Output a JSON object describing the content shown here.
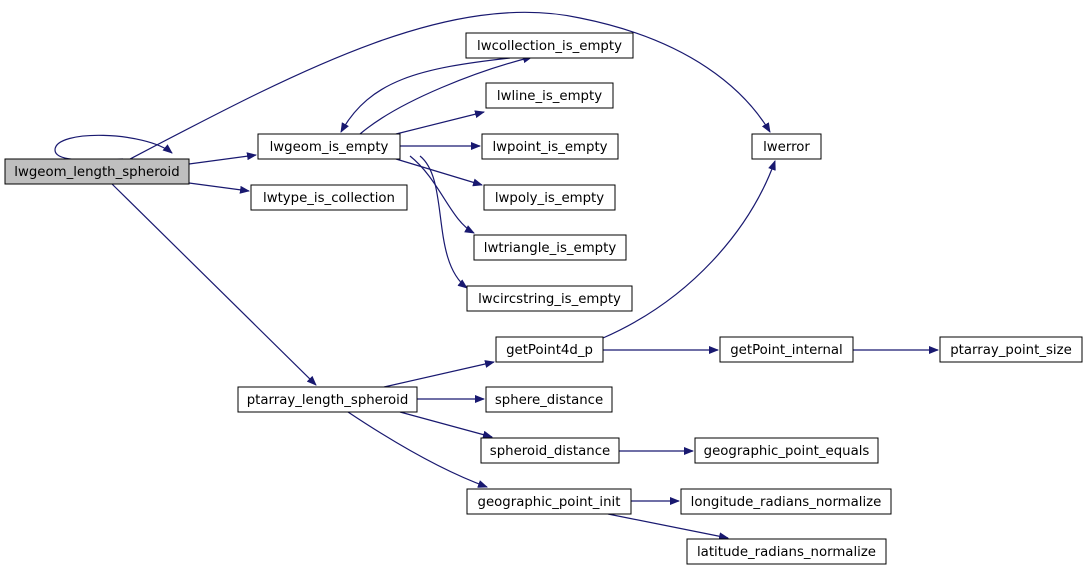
{
  "diagram": {
    "nodes": [
      {
        "id": "root",
        "label": "lwgeom_length_spheroid"
      },
      {
        "id": "isempty",
        "label": "lwgeom_is_empty"
      },
      {
        "id": "iscoll",
        "label": "lwtype_is_collection"
      },
      {
        "id": "ptlen",
        "label": "ptarray_length_spheroid"
      },
      {
        "id": "collempty",
        "label": "lwcollection_is_empty"
      },
      {
        "id": "lineempty",
        "label": "lwline_is_empty"
      },
      {
        "id": "pointempty",
        "label": "lwpoint_is_empty"
      },
      {
        "id": "polyempty",
        "label": "lwpoly_is_empty"
      },
      {
        "id": "triempty",
        "label": "lwtriangle_is_empty"
      },
      {
        "id": "circempty",
        "label": "lwcircstring_is_empty"
      },
      {
        "id": "lwerror",
        "label": "lwerror"
      },
      {
        "id": "getp4d",
        "label": "getPoint4d_p"
      },
      {
        "id": "sphdist",
        "label": "sphere_distance"
      },
      {
        "id": "spheroiddist",
        "label": "spheroid_distance"
      },
      {
        "id": "geoinit",
        "label": "geographic_point_init"
      },
      {
        "id": "getpint",
        "label": "getPoint_internal"
      },
      {
        "id": "ptsize",
        "label": "ptarray_point_size"
      },
      {
        "id": "geoeq",
        "label": "geographic_point_equals"
      },
      {
        "id": "lonnorm",
        "label": "longitude_radians_normalize"
      },
      {
        "id": "latnorm",
        "label": "latitude_radians_normalize"
      }
    ],
    "edges": [
      {
        "from": "root",
        "to": "root"
      },
      {
        "from": "root",
        "to": "lwerror"
      },
      {
        "from": "root",
        "to": "isempty"
      },
      {
        "from": "root",
        "to": "iscoll"
      },
      {
        "from": "root",
        "to": "ptlen"
      },
      {
        "from": "isempty",
        "to": "collempty"
      },
      {
        "from": "collempty",
        "to": "isempty"
      },
      {
        "from": "isempty",
        "to": "lineempty"
      },
      {
        "from": "isempty",
        "to": "pointempty"
      },
      {
        "from": "isempty",
        "to": "polyempty"
      },
      {
        "from": "isempty",
        "to": "triempty"
      },
      {
        "from": "isempty",
        "to": "circempty"
      },
      {
        "from": "getp4d",
        "to": "lwerror"
      },
      {
        "from": "ptlen",
        "to": "getp4d"
      },
      {
        "from": "ptlen",
        "to": "sphdist"
      },
      {
        "from": "ptlen",
        "to": "spheroiddist"
      },
      {
        "from": "ptlen",
        "to": "geoinit"
      },
      {
        "from": "getp4d",
        "to": "getpint"
      },
      {
        "from": "getpint",
        "to": "ptsize"
      },
      {
        "from": "spheroiddist",
        "to": "geoeq"
      },
      {
        "from": "geoinit",
        "to": "lonnorm"
      },
      {
        "from": "geoinit",
        "to": "latnorm"
      }
    ],
    "colors": {
      "edge": "#191970",
      "root_fill": "#bfbfbf",
      "node_fill": "#ffffff",
      "border": "#000000"
    }
  }
}
